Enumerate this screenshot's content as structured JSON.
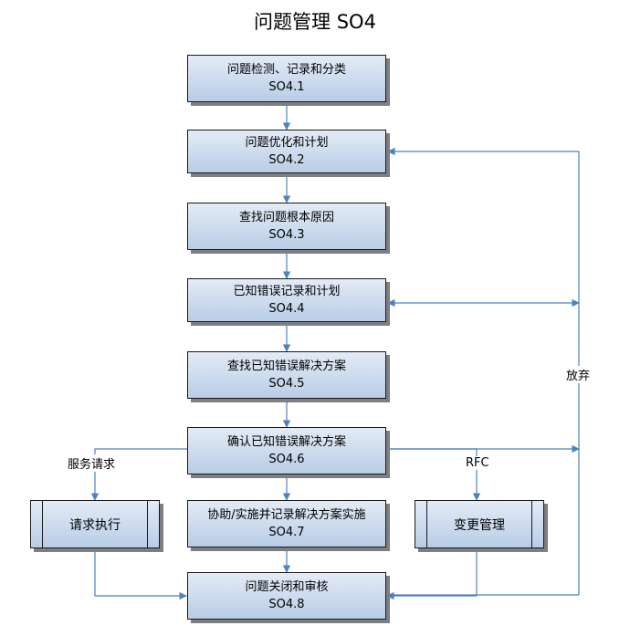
{
  "title": "问题管理 SO4",
  "steps": [
    {
      "name": "问题检测、记录和分类",
      "code": "SO4.1"
    },
    {
      "name": "问题优化和计划",
      "code": "SO4.2"
    },
    {
      "name": "查找问题根本原因",
      "code": "SO4.3"
    },
    {
      "name": "已知错误记录和计划",
      "code": "SO4.4"
    },
    {
      "name": "查找已知错误解决方案",
      "code": "SO4.5"
    },
    {
      "name": "确认已知错误解决方案",
      "code": "SO4.6"
    },
    {
      "name": "协助/实施并记录解决方案实施",
      "code": "SO4.7"
    },
    {
      "name": "问题关闭和审核",
      "code": "SO4.8"
    }
  ],
  "subprocesses": {
    "request": "请求执行",
    "change": "变更管理"
  },
  "labels": {
    "service_request": "服务请求",
    "rfc": "RFC",
    "abandon": "放弃"
  },
  "colors": {
    "box_fill_top": "#e3ebf6",
    "box_fill_bottom": "#b9cde6",
    "connector": "#4f81bd"
  }
}
